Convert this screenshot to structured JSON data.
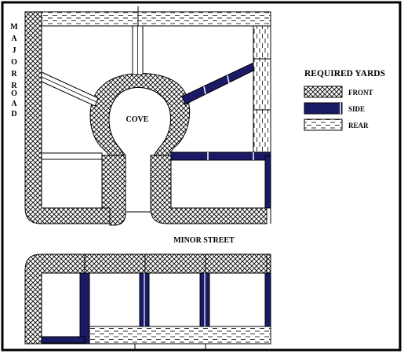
{
  "diagram": {
    "road_label": "MAJOR ROAD",
    "cove_label": "COVE",
    "street_label": "MINOR STREET"
  },
  "legend": {
    "title": "REQUIRED YARDS",
    "items": [
      {
        "key": "front",
        "label": "FRONT"
      },
      {
        "key": "side",
        "label": "SIDE"
      },
      {
        "key": "rear",
        "label": "REAR"
      }
    ]
  },
  "colors": {
    "side": "#1a1a66",
    "line": "#000000",
    "background": "#ffffff"
  }
}
